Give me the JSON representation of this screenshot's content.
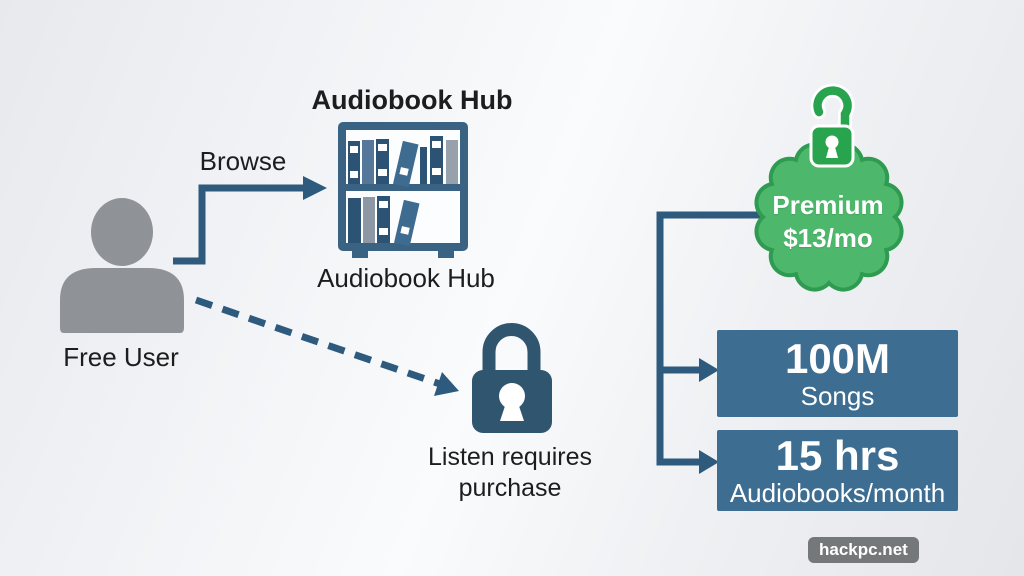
{
  "diagram": {
    "hub": {
      "title": "Audiobook Hub",
      "caption": "Audiobook Hub"
    },
    "user": {
      "label": "Free User"
    },
    "actions": {
      "browse": "Browse"
    },
    "restriction": {
      "line1": "Listen requires",
      "line2": "purchase"
    },
    "premium": {
      "name": "Premium",
      "price": "$13/mo"
    },
    "features": [
      {
        "value": "100M",
        "label": "Songs"
      },
      {
        "value": "15 hrs",
        "label": "Audiobooks/month"
      }
    ],
    "watermark": "hackpc.net",
    "colors": {
      "arrow_line": "#2e5a7d",
      "feature_box": "#3e6d92",
      "badge_fill": "#4db86c",
      "badge_border": "#2f9b51",
      "unlock_green": "#28a34e",
      "lock_blue": "#30566f",
      "bookshelf_blue": "#3a6282",
      "user_gray": "#8f9296"
    }
  }
}
